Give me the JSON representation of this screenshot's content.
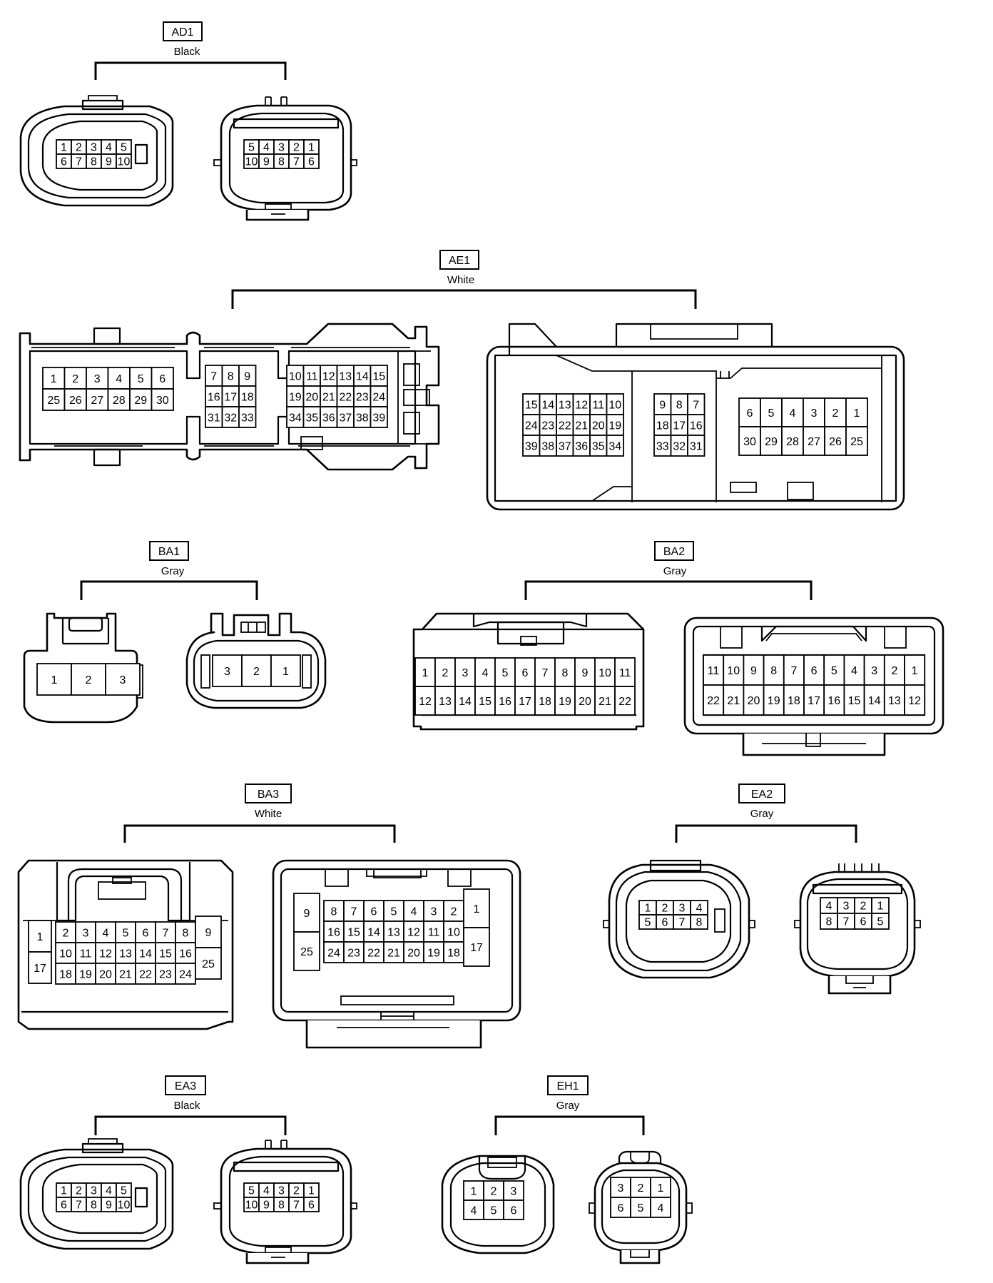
{
  "connectors": [
    {
      "id": "AD1",
      "color": "Black"
    },
    {
      "id": "AE1",
      "color": "White"
    },
    {
      "id": "BA1",
      "color": "Gray"
    },
    {
      "id": "BA2",
      "color": "Gray"
    },
    {
      "id": "BA3",
      "color": "White"
    },
    {
      "id": "EA2",
      "color": "Gray"
    },
    {
      "id": "EA3",
      "color": "Black"
    },
    {
      "id": "EH1",
      "color": "Gray"
    }
  ],
  "pins": {
    "ad1_left": [
      [
        1,
        2,
        3,
        4,
        5
      ],
      [
        6,
        7,
        8,
        9,
        10
      ]
    ],
    "ad1_right": [
      [
        5,
        4,
        3,
        2,
        1
      ],
      [
        10,
        9,
        8,
        7,
        6
      ]
    ],
    "ae1_l_a": [
      [
        1,
        2,
        3,
        4,
        5,
        6
      ],
      [
        25,
        26,
        27,
        28,
        29,
        30
      ]
    ],
    "ae1_l_b": [
      [
        7,
        8,
        9
      ],
      [
        16,
        17,
        18
      ],
      [
        31,
        32,
        33
      ]
    ],
    "ae1_l_c": [
      [
        10,
        11,
        12,
        13,
        14,
        15
      ],
      [
        19,
        20,
        21,
        22,
        23,
        24
      ],
      [
        34,
        35,
        36,
        37,
        38,
        39
      ]
    ],
    "ae1_r_a": [
      [
        15,
        14,
        13,
        12,
        11,
        10
      ],
      [
        24,
        23,
        22,
        21,
        20,
        19
      ],
      [
        39,
        38,
        37,
        36,
        35,
        34
      ]
    ],
    "ae1_r_b": [
      [
        9,
        8,
        7
      ],
      [
        18,
        17,
        16
      ],
      [
        33,
        32,
        31
      ]
    ],
    "ae1_r_c": [
      [
        6,
        5,
        4,
        3,
        2,
        1
      ],
      [
        30,
        29,
        28,
        27,
        26,
        25
      ]
    ],
    "ba1_left": [
      [
        1,
        2,
        3
      ]
    ],
    "ba1_right": [
      [
        3,
        2,
        1
      ]
    ],
    "ba2_left": [
      [
        1,
        2,
        3,
        4,
        5,
        6,
        7,
        8,
        9,
        10,
        11
      ],
      [
        12,
        13,
        14,
        15,
        16,
        17,
        18,
        19,
        20,
        21,
        22
      ]
    ],
    "ba2_right": [
      [
        11,
        10,
        9,
        8,
        7,
        6,
        5,
        4,
        3,
        2,
        1
      ],
      [
        22,
        21,
        20,
        19,
        18,
        17,
        16,
        15,
        14,
        13,
        12
      ]
    ],
    "ba3_l_side_left": [
      [
        1
      ],
      [
        17
      ]
    ],
    "ba3_l_mid": [
      [
        2,
        3,
        4,
        5,
        6,
        7,
        8
      ],
      [
        10,
        11,
        12,
        13,
        14,
        15,
        16
      ],
      [
        18,
        19,
        20,
        21,
        22,
        23,
        24
      ]
    ],
    "ba3_l_side_right": [
      [
        9
      ],
      [
        25
      ]
    ],
    "ba3_r_side_left": [
      [
        9
      ],
      [
        25
      ]
    ],
    "ba3_r_mid": [
      [
        8,
        7,
        6,
        5,
        4,
        3,
        2
      ],
      [
        16,
        15,
        14,
        13,
        12,
        11,
        10
      ],
      [
        24,
        23,
        22,
        21,
        20,
        19,
        18
      ]
    ],
    "ba3_r_side_right": [
      [
        1
      ],
      [
        17
      ]
    ],
    "ea2_left": [
      [
        1,
        2,
        3,
        4
      ],
      [
        5,
        6,
        7,
        8
      ]
    ],
    "ea2_right": [
      [
        4,
        3,
        2,
        1
      ],
      [
        8,
        7,
        6,
        5
      ]
    ],
    "ea3_left": [
      [
        1,
        2,
        3,
        4,
        5
      ],
      [
        6,
        7,
        8,
        9,
        10
      ]
    ],
    "ea3_right": [
      [
        5,
        4,
        3,
        2,
        1
      ],
      [
        10,
        9,
        8,
        7,
        6
      ]
    ],
    "eh1_left": [
      [
        1,
        2,
        3
      ],
      [
        4,
        5,
        6
      ]
    ],
    "eh1_right": [
      [
        3,
        2,
        1
      ],
      [
        6,
        5,
        4
      ]
    ]
  }
}
